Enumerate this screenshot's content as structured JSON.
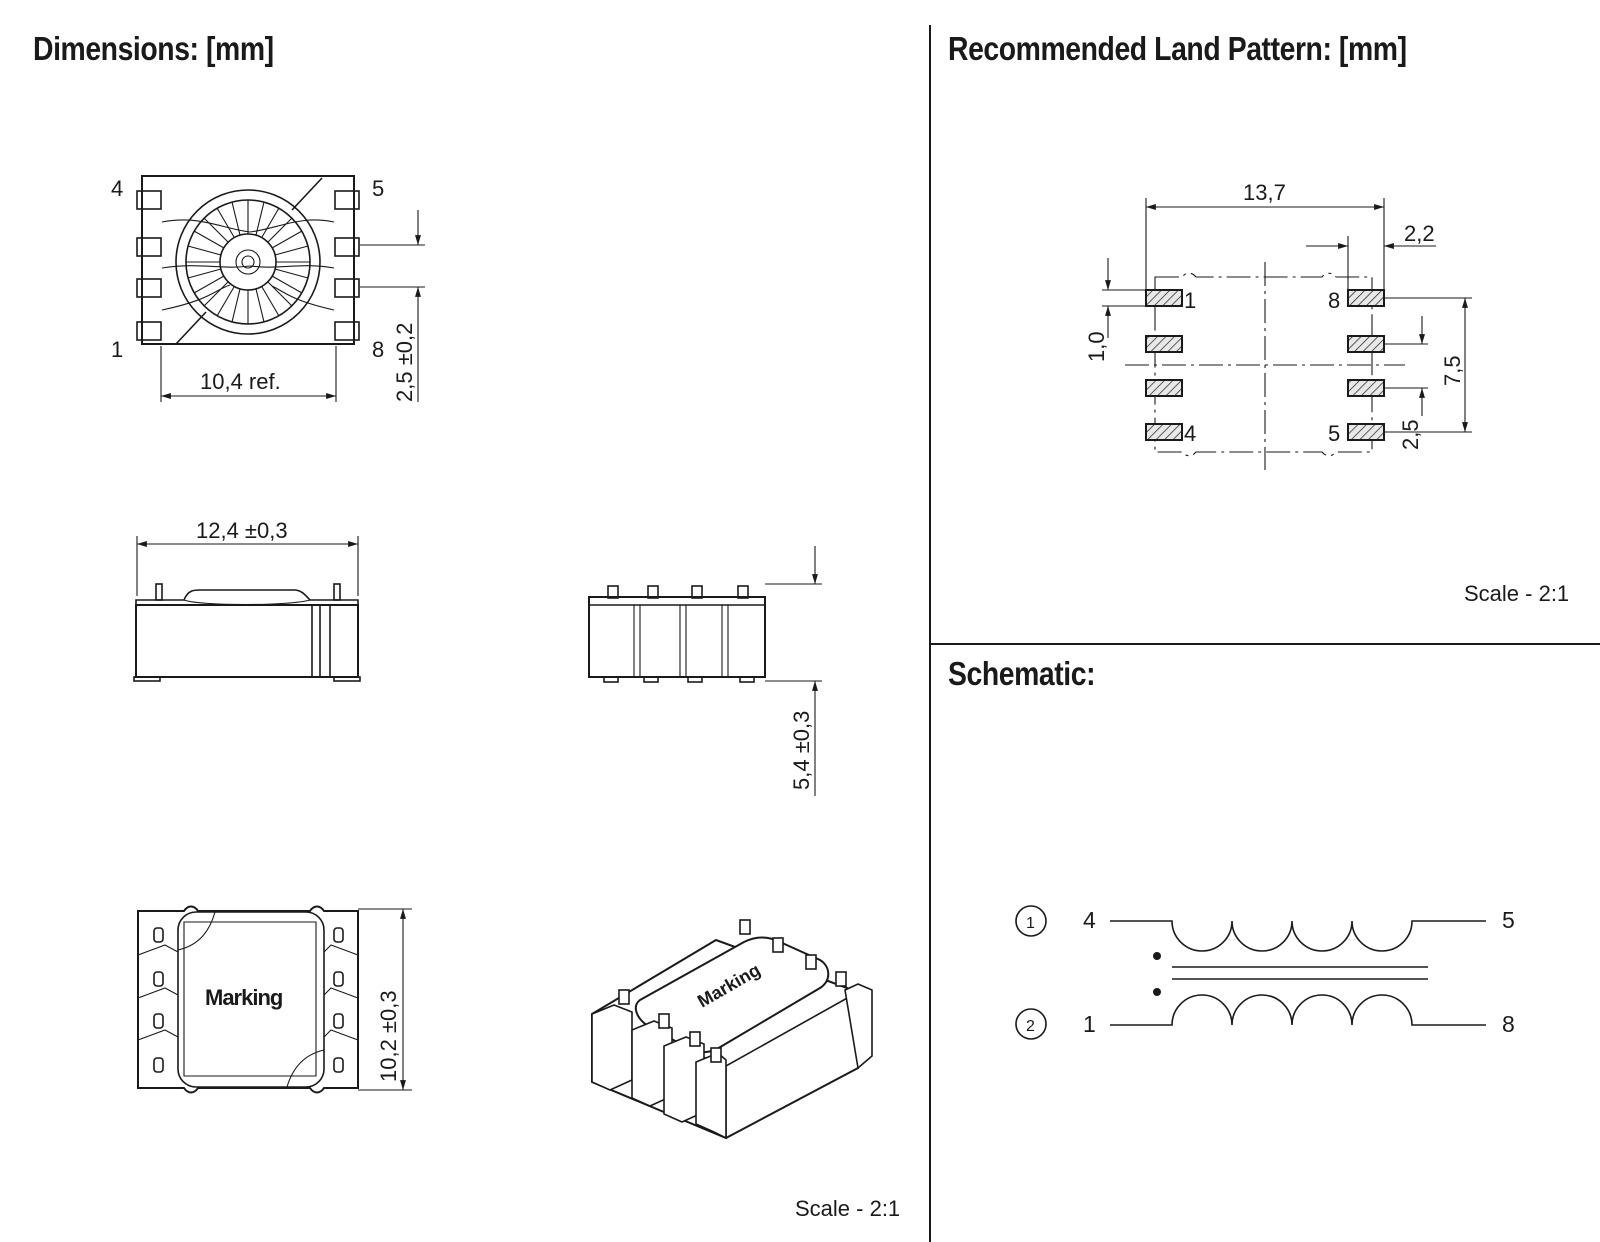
{
  "sections": {
    "dimensions_title": "Dimensions: [mm]",
    "land_pattern_title": "Recommended Land Pattern: [mm]",
    "schematic_title": "Schematic:"
  },
  "dimensions": {
    "top_view": {
      "pin_4": "4",
      "pin_5": "5",
      "pin_1": "1",
      "pin_8": "8",
      "width_ref": "10,4  ref.",
      "pitch": "2,5 ±0,2"
    },
    "side_view": {
      "length": "12,4 ±0,3"
    },
    "end_view": {
      "height": "5,4 ±0,3"
    },
    "bottom_view": {
      "marking": "Marking",
      "width": "10,2 ±0,3"
    },
    "iso_view": {
      "marking": "Marking"
    },
    "scale": "Scale - 2:1"
  },
  "land_pattern": {
    "span": "13,7",
    "pad_length": "2,2",
    "pad_width": "1,0",
    "row_span": "7,5",
    "pitch": "2,5",
    "pin_1": "1",
    "pin_8": "8",
    "pin_4": "4",
    "pin_5": "5",
    "scale": "Scale - 2:1"
  },
  "schematic": {
    "winding_1": "1",
    "winding_2": "2",
    "pin_4": "4",
    "pin_5": "5",
    "pin_1": "1",
    "pin_8": "8"
  }
}
